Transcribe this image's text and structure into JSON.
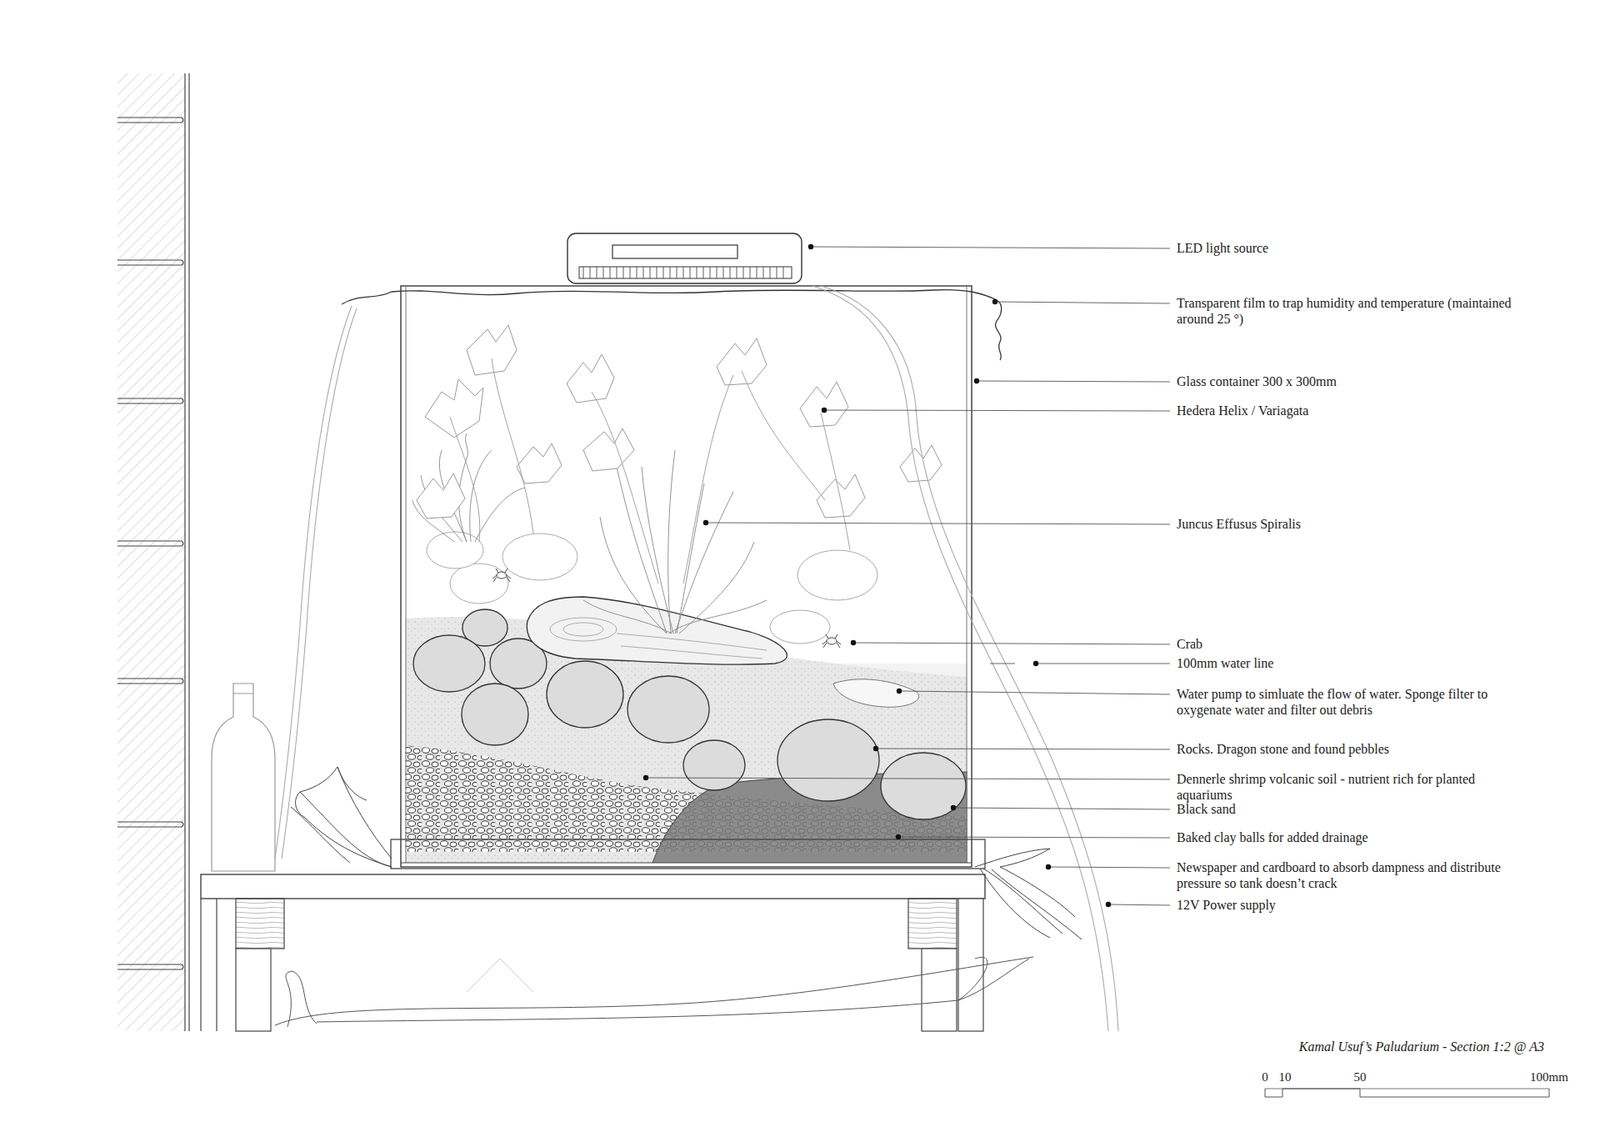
{
  "diagram": {
    "title": "Kamal Usuf’s Paludarium - Section 1:2 @ A3",
    "labels": [
      "LED light source",
      "Transparent film to trap humidity and temperature (maintained around 25 °)",
      "Glass container 300 x 300mm",
      "Hedera Helix / Variagata",
      "Juncus Effusus Spiralis",
      "Crab",
      "100mm water line",
      "Water pump to simluate the flow of water. Sponge filter to oxygenate water and filter out debris",
      "Rocks. Dragon stone and found pebbles",
      "Dennerle shrimp volcanic soil - nutrient rich for planted aquariums",
      "Black sand",
      "Baked clay balls for added drainage",
      "Newspaper and cardboard to absorb dampness and distribute pressure so tank doesn’t crack",
      "12V Power supply",
      "0",
      "10",
      "50",
      "100mm"
    ]
  }
}
